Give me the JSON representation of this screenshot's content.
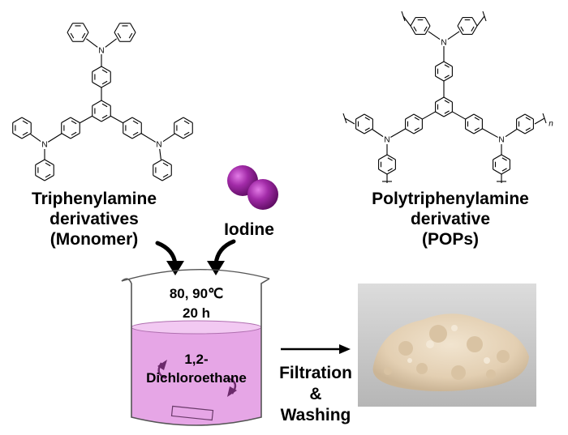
{
  "monomer": {
    "line1": "Triphenylamine",
    "line2": "derivatives",
    "line3": "(Monomer)",
    "atom_label": "N"
  },
  "iodine": {
    "label": "Iodine",
    "color": "#8e1a93"
  },
  "polymer": {
    "line1": "Polytriphenylamine",
    "line2": "derivative",
    "line3": "(POPs)",
    "atom_label": "N",
    "repeat_label": "n"
  },
  "reaction": {
    "conditions_line1": "80, 90℃",
    "conditions_line2": "20 h",
    "solvent_line1": "1,2-",
    "solvent_line2": "Dichloroethane",
    "liquid_color": "#e6a6e6"
  },
  "workup": {
    "line1": "Filtration",
    "line2": "&",
    "line3": "Washing"
  },
  "product_photo": {
    "background": "#c8c8c8",
    "powder_color": "#e8d6bd"
  }
}
